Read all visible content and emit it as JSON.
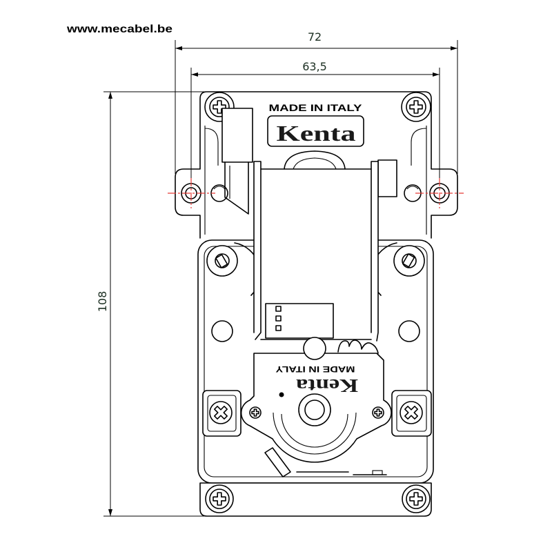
{
  "header": {
    "website": "www.mecabel.be"
  },
  "dimensions": {
    "overall_width_label": "72",
    "hole_spacing_label": "63,5",
    "overall_height_label": "108"
  },
  "top_plate": {
    "made_in": "MADE IN ITALY",
    "brand": "Kenta"
  },
  "gear_housing": {
    "made_in": "MADE IN ITALY",
    "brand": "Kenta"
  },
  "colors": {
    "line": "#000000",
    "center_line": "#e53935",
    "dimension_text": "#1c2f22",
    "background": "#ffffff"
  }
}
